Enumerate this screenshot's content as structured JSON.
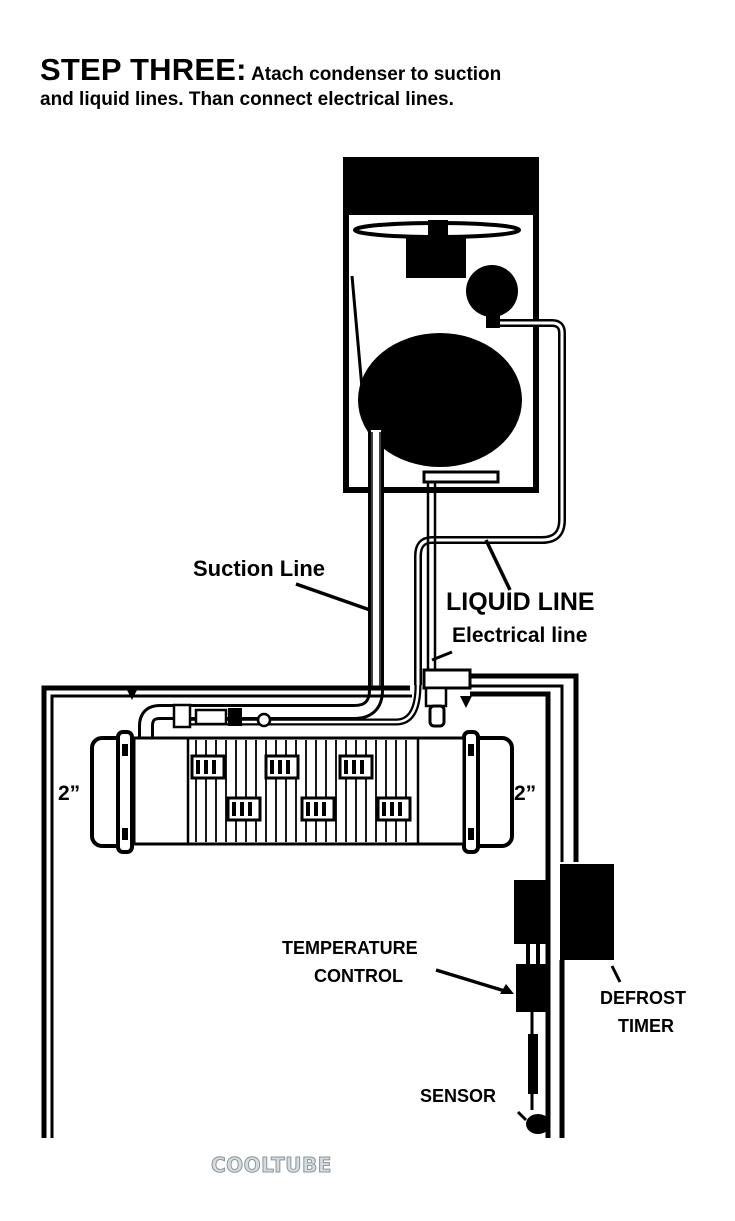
{
  "heading": {
    "step": "STEP THREE:",
    "line1": "Atach condenser to suction",
    "line2": "and liquid lines. Than connect electrical lines."
  },
  "labels": {
    "suction_line": "Suction Line",
    "liquid_line": "LIQUID LINE",
    "electrical_line": "Electrical line",
    "gap_left": "2”",
    "gap_right": "2”",
    "temperature_control_1": "TEMPERATURE",
    "temperature_control_2": "CONTROL",
    "defrost_timer_1": "DEFROST",
    "defrost_timer_2": "TIMER",
    "sensor": "SENSOR"
  },
  "logo": "COOLTUBE"
}
